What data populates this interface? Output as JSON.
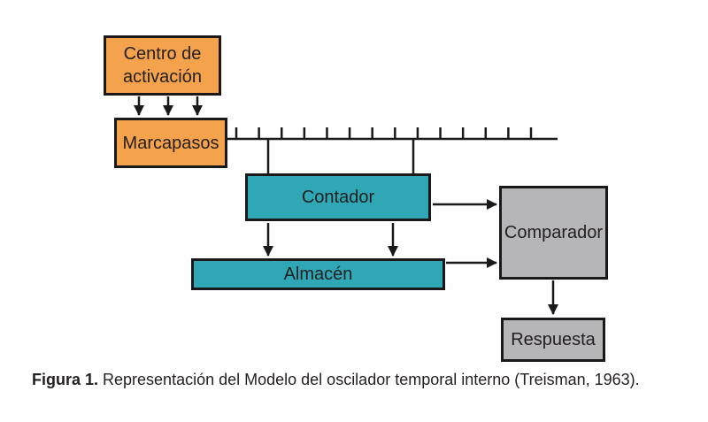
{
  "figure": {
    "nodes": {
      "activation": {
        "line1": "Centro de",
        "line2": "activación"
      },
      "pacemaker": {
        "label": "Marcapasos"
      },
      "counter": {
        "label": "Contador"
      },
      "store": {
        "label": "Almacén"
      },
      "comparator": {
        "label": "Comparador"
      },
      "response": {
        "label": "Respuesta"
      }
    },
    "edges": [
      {
        "from": "activation",
        "to": "pacemaker",
        "style": "triple-arrow"
      },
      {
        "from": "pacemaker",
        "to": "counter",
        "style": "pulse-train-taps"
      },
      {
        "from": "counter",
        "to": "store",
        "style": "double-arrow"
      },
      {
        "from": "counter",
        "to": "comparator",
        "style": "arrow"
      },
      {
        "from": "store",
        "to": "comparator",
        "style": "arrow"
      },
      {
        "from": "comparator",
        "to": "response",
        "style": "arrow"
      }
    ],
    "pulse_train": {
      "tick_count": 14
    },
    "colors": {
      "activation": "#F4A24B",
      "pacemaker": "#F4A24B",
      "counter": "#2FA7B4",
      "store": "#2FA7B4",
      "comparator": "#B6B5B7",
      "response": "#B6B5B7",
      "line": "#1B181A",
      "text": "#231F20"
    }
  },
  "caption": {
    "label": "Figura 1.",
    "text": " Representación del Modelo del oscilador temporal interno (Treisman, 1963)."
  }
}
